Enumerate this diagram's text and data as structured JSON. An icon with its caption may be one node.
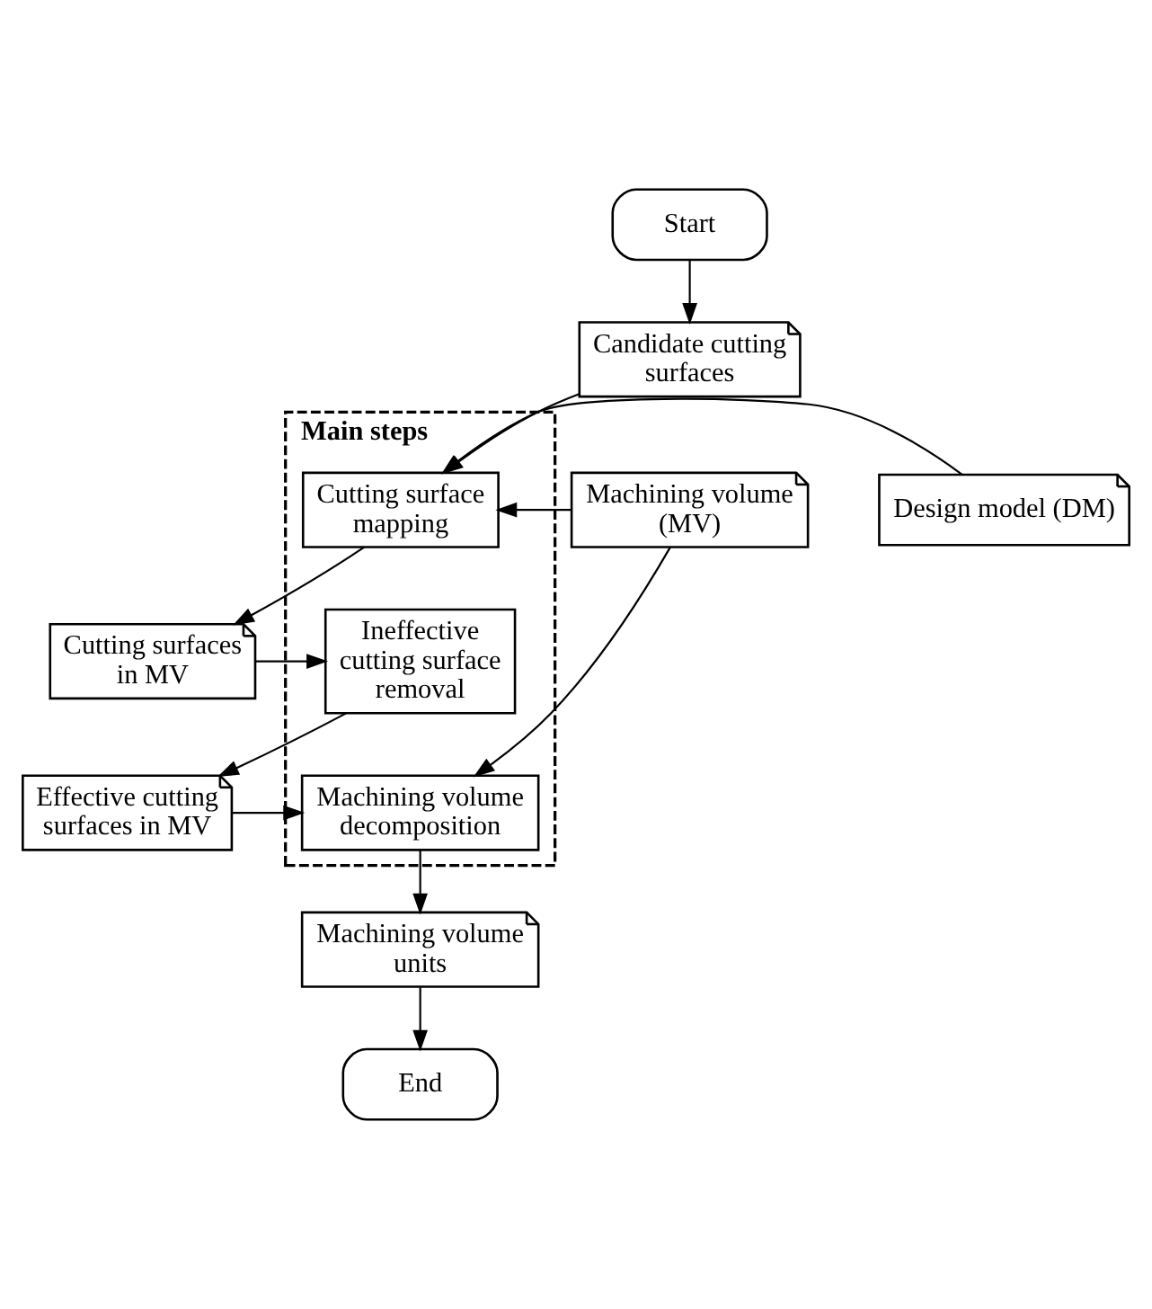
{
  "diagram": {
    "nodes": [
      {
        "text": [
          "Start"
        ]
      },
      {
        "text": [
          "Candidate cutting surfaces"
        ]
      },
      {
        "text": [
          "Main steps"
        ]
      },
      {
        "text": [
          "Machining volume (MV)"
        ]
      },
      {
        "text": [
          "Cutting surface mapping"
        ],
        "in": 2
      },
      {
        "text": [
          "Design model (DM)"
        ]
      },
      {
        "text": [
          "Cutting surfaces in MV"
        ]
      },
      {
        "text": [
          "Ineffective cutting surface removal"
        ],
        "in": 2
      },
      {
        "text": [
          "Effective cutting surfaces in MV"
        ]
      },
      {
        "text": [
          "Machining volume decomposition"
        ],
        "in": 2
      },
      {
        "text": [
          "Machining volume units"
        ]
      },
      {
        "text": [
          "End"
        ]
      }
    ],
    "edges": [
      {
        "from": 0,
        "to": 1,
        "arrow": "to"
      },
      {
        "from": 1,
        "to": 4,
        "arrow": "to"
      },
      {
        "from": 3,
        "to": 4,
        "arrow": "to"
      },
      {
        "from": 5,
        "to": 4,
        "arrow": "to"
      },
      {
        "from": 4,
        "to": 6,
        "arrow": "to"
      },
      {
        "from": 6,
        "to": 7,
        "arrow": "to"
      },
      {
        "from": 7,
        "to": 8,
        "arrow": "to"
      },
      {
        "from": 8,
        "to": 9,
        "arrow": "to"
      },
      {
        "from": 3,
        "to": 9,
        "arrow": "to"
      },
      {
        "from": 9,
        "to": 10,
        "arrow": "to"
      },
      {
        "from": 10,
        "to": 11,
        "arrow": "to"
      }
    ]
  }
}
